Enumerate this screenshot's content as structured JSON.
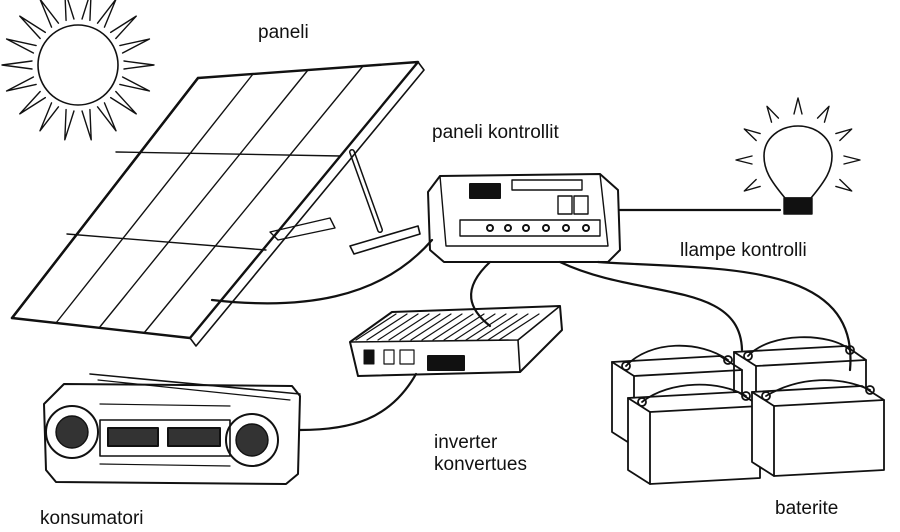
{
  "labels": {
    "panel": "paneli",
    "controller": "paneli kontrollit",
    "lamp": "llampe kontrolli",
    "inverter_line1": "inverter",
    "inverter_line2": "konvertues",
    "consumer": "konsumatori",
    "batteries": "baterite"
  },
  "icons": [
    "sun-icon",
    "solar-panel-icon",
    "charge-controller-icon",
    "light-bulb-icon",
    "inverter-icon",
    "radio-icon",
    "battery-icon"
  ],
  "colors": {
    "ink": "#111111",
    "background": "#ffffff"
  }
}
